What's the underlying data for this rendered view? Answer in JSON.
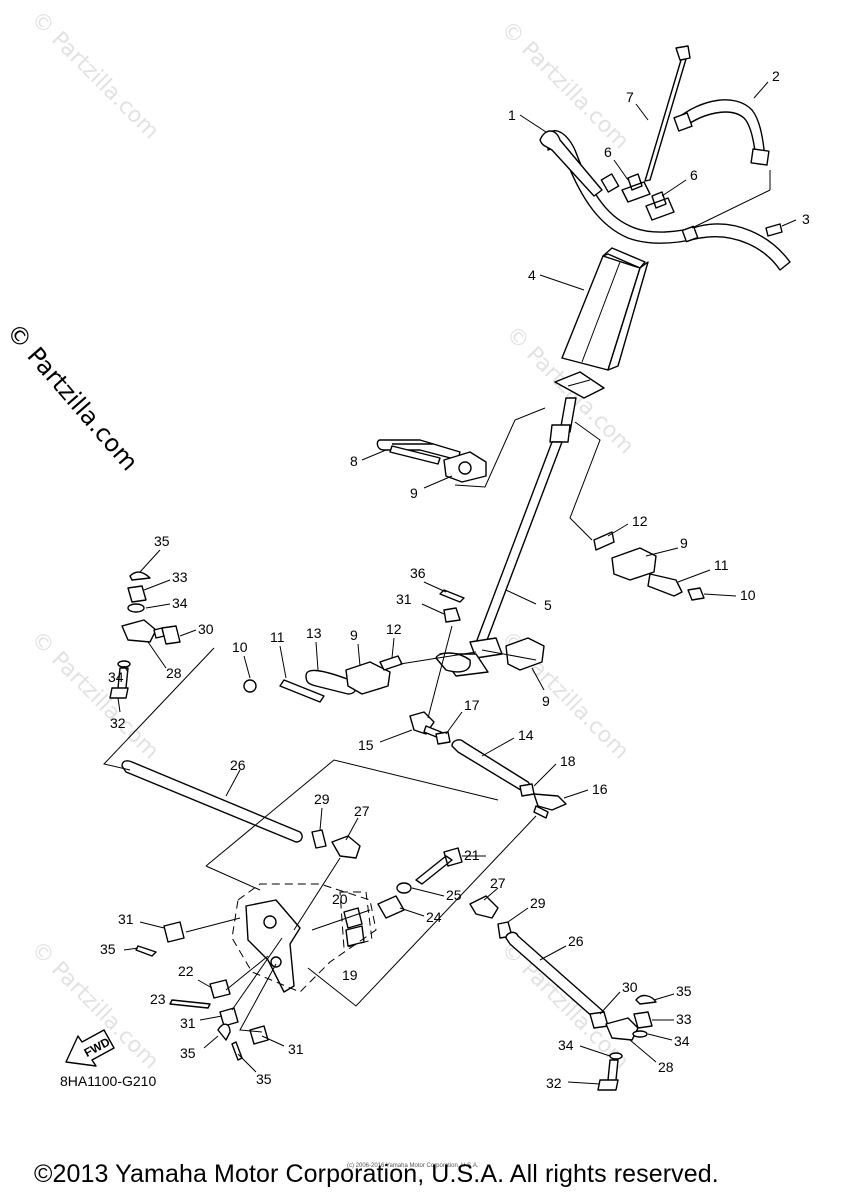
{
  "watermark": {
    "site": "© Partzilla.com"
  },
  "diagram": {
    "code": "8HA1100-G210",
    "fwd_label": "FWD",
    "callouts": [
      "1",
      "2",
      "3",
      "4",
      "5",
      "6",
      "7",
      "8",
      "9",
      "10",
      "11",
      "12",
      "13",
      "14",
      "15",
      "16",
      "17",
      "18",
      "19",
      "20",
      "21",
      "22",
      "23",
      "24",
      "25",
      "26",
      "27",
      "28",
      "29",
      "30",
      "31",
      "32",
      "33",
      "34",
      "35",
      "36"
    ]
  },
  "footer": {
    "copyright": "©2013 Yamaha Motor Corporation, U.S.A. All rights reserved.",
    "small_copyright": "(c) 2006-2016 Yamaha Motor Corporation, U.S.A."
  }
}
